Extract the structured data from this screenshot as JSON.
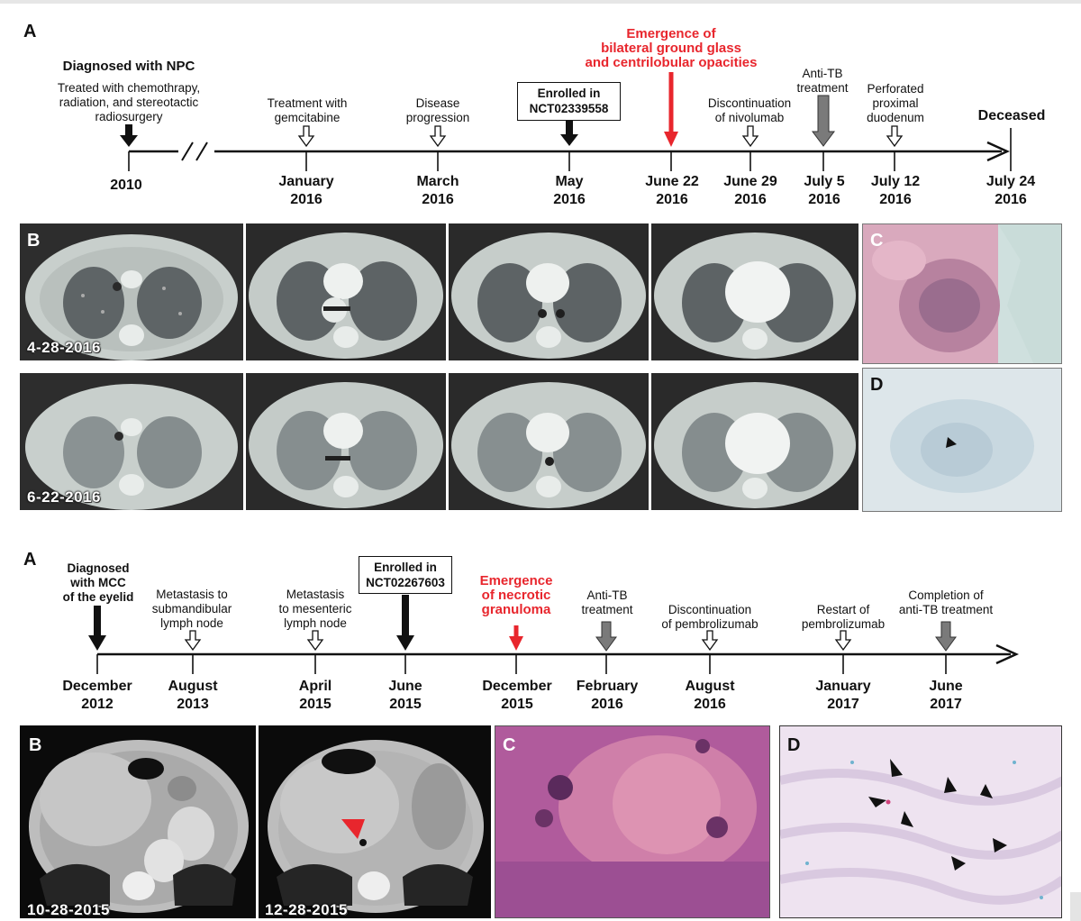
{
  "figure1": {
    "panel_label_a": "A",
    "panel_label_b": "B",
    "panel_label_c": "C",
    "panel_label_d": "D",
    "events": [
      {
        "id": "diagnosed",
        "title": "Diagnosed with NPC",
        "text": "Treated with chemothrapy,\nradiation, and stereotactic\nradiosurgery"
      },
      {
        "id": "gemcitabine",
        "text": "Treatment with\ngemcitabine"
      },
      {
        "id": "progression",
        "text": "Disease\nprogression"
      },
      {
        "id": "enrolled",
        "text": "Enrolled in\nNCT02339558"
      },
      {
        "id": "emergence",
        "text": "Emergence of\nbilateral ground glass\nand centrilobular opacities"
      },
      {
        "id": "discontinuation",
        "text": "Discontinuation\nof nivolumab"
      },
      {
        "id": "antitb",
        "text": "Anti-TB\ntreatment"
      },
      {
        "id": "perforated",
        "text": "Perforated\nproximal\nduodenum"
      },
      {
        "id": "deceased",
        "text": "Deceased"
      }
    ],
    "dates": [
      {
        "label": "2010"
      },
      {
        "label": "January\n2016"
      },
      {
        "label": "March\n2016"
      },
      {
        "label": "May\n2016"
      },
      {
        "label": "June 22\n2016"
      },
      {
        "label": "June 29\n2016"
      },
      {
        "label": "July 5\n2016"
      },
      {
        "label": "July 12\n2016"
      },
      {
        "label": "July 24\n2016"
      }
    ],
    "ct_dates": [
      "4-28-2016",
      "6-22-2016"
    ]
  },
  "figure2": {
    "panel_label_a": "A",
    "panel_label_b": "B",
    "panel_label_c": "C",
    "panel_label_d": "D",
    "events": [
      {
        "id": "diagnosed",
        "text": "Diagnosed\nwith MCC\nof the eyelid"
      },
      {
        "id": "metastasis1",
        "text": "Metastasis to\nsubmandibular\nlymph node"
      },
      {
        "id": "metastasis2",
        "text": "Metastasis\nto mesenteric\nlymph node"
      },
      {
        "id": "enrolled",
        "text": "Enrolled in\nNCT02267603"
      },
      {
        "id": "emergence",
        "text": "Emergence\nof necrotic\ngranuloma"
      },
      {
        "id": "antitb",
        "text": "Anti-TB\ntreatment"
      },
      {
        "id": "discontinuation",
        "text": "Discontinuation\nof pembrolizumab"
      },
      {
        "id": "restart",
        "text": "Restart of\npembrolizumab"
      },
      {
        "id": "completion",
        "text": "Completion of\nanti-TB treatment"
      }
    ],
    "dates": [
      {
        "label": "December\n2012"
      },
      {
        "label": "August\n2013"
      },
      {
        "label": "April\n2015"
      },
      {
        "label": "June\n2015"
      },
      {
        "label": "December\n2015"
      },
      {
        "label": "February\n2016"
      },
      {
        "label": "August\n2016"
      },
      {
        "label": "January\n2017"
      },
      {
        "label": "June\n2017"
      }
    ],
    "ct_dates": [
      "10-28-2015",
      "12-28-2015"
    ]
  },
  "colors": {
    "red": "#e8262d",
    "gray_arrow": "#7a7a7a",
    "black": "#111111"
  }
}
